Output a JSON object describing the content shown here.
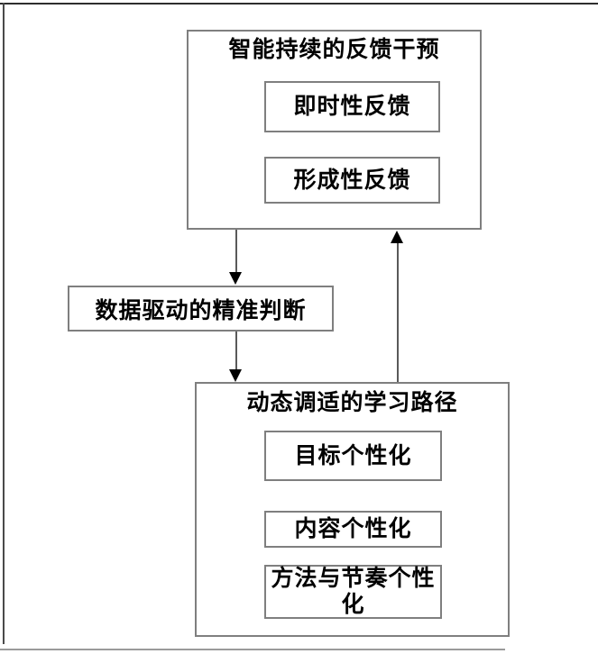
{
  "diagram": {
    "top_box": {
      "title": "智能持续的反馈干预",
      "items": [
        {
          "label": "即时性反馈"
        },
        {
          "label": "形成性反馈"
        }
      ]
    },
    "middle_box": {
      "label": "数据驱动的精准判断"
    },
    "bottom_box": {
      "title": "动态调适的学习路径",
      "items": [
        {
          "label": "目标个性化"
        },
        {
          "label": "内容个性化"
        },
        {
          "label": "方法与节奏个性化"
        }
      ]
    },
    "arrows": [
      {
        "name": "feedback-to-judgment",
        "direction": "down"
      },
      {
        "name": "judgment-to-path",
        "direction": "down"
      },
      {
        "name": "path-to-feedback",
        "direction": "up"
      }
    ],
    "colors": {
      "box_border": "#7f7f7f",
      "arrow_line": "#595959",
      "arrow_head": "#000000",
      "text": "#000000",
      "frame": "#2e2e2e"
    }
  }
}
